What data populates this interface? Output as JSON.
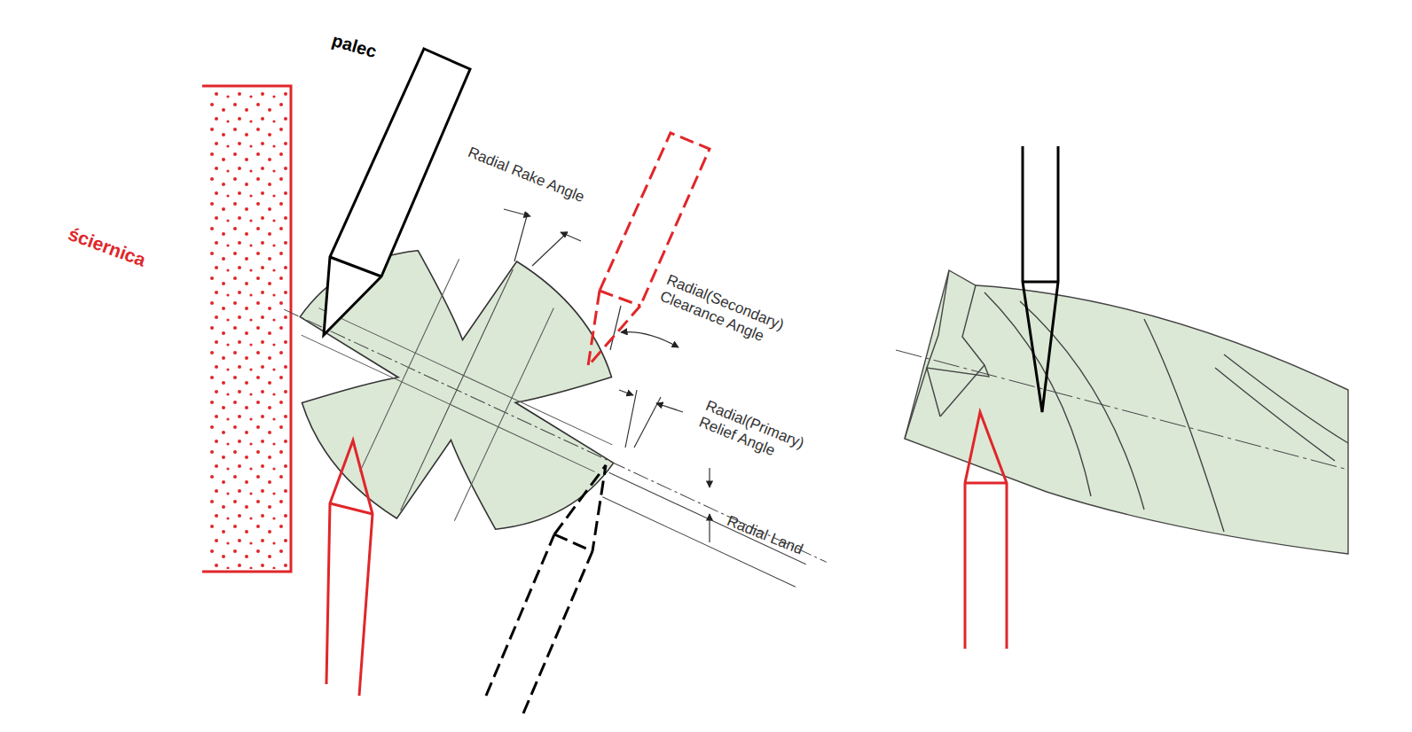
{
  "diagram": {
    "labels": [
      "palec",
      "ściernica",
      "Radial Rake Angle",
      "Radial(Secondary) Clearance Angle",
      "Radial(Primary) Relief Angle",
      "Radial Land"
    ]
  }
}
